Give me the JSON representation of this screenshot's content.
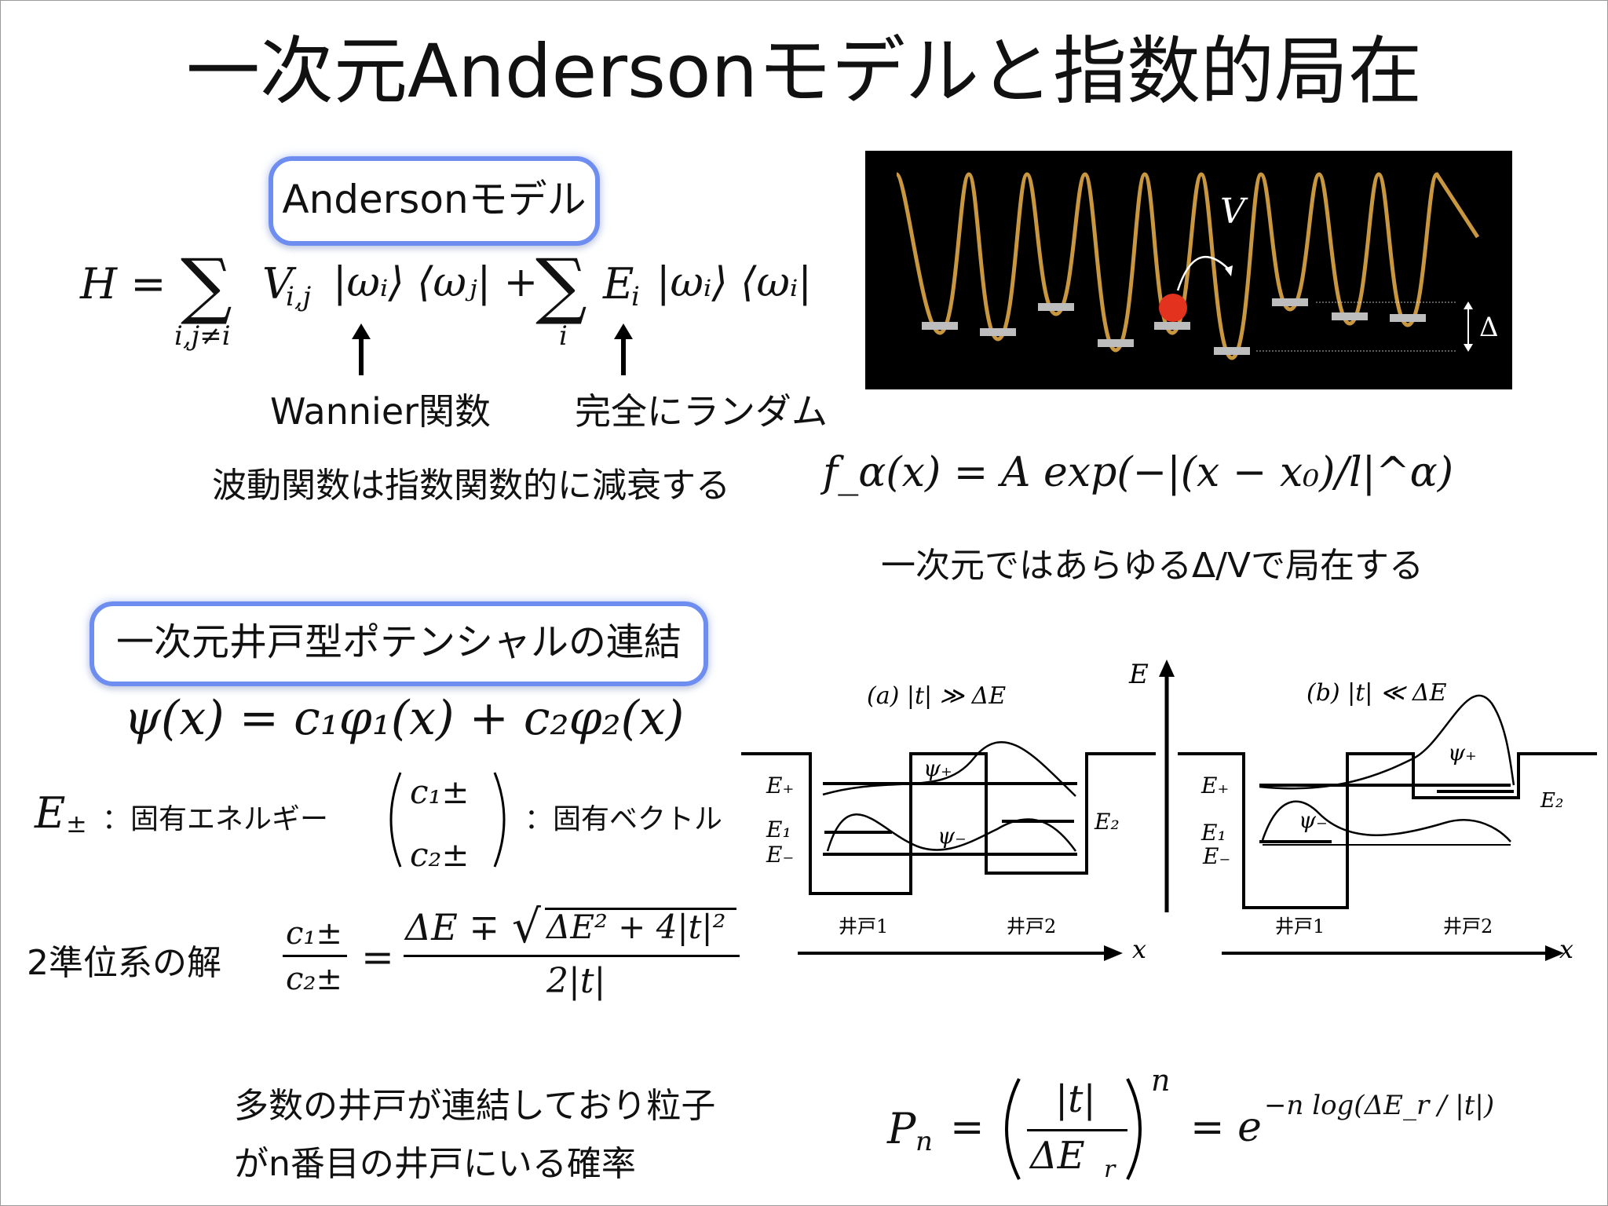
{
  "slide": {
    "title": "一次元Andersonモデルと指数的局在",
    "anderson_box": "Andersonモデル",
    "hamiltonian": {
      "lhs": "H =",
      "sum1_sub": "i,j≠i",
      "term1": "V",
      "term1_sub": "i,j",
      "ket_bra1": "|ωᵢ⟩ ⟨ωⱼ| +",
      "sum2_sub": "i",
      "term2": "E",
      "term2_sub": "i",
      "ket_bra2": "|ωᵢ⟩ ⟨ωᵢ|"
    },
    "label_wannier": "Wannier関数",
    "label_random": "完全にランダム",
    "decay_text": "波動関数は指数関数的に減衰する",
    "decay_formula": "f_α(x) = A exp(−|(x − x₀)/l|^α)",
    "localization_text": "一次元ではあらゆるΔ/Vで局在する",
    "potential_image": {
      "label_v": "V",
      "label_delta": "Δ"
    },
    "well_box": "一次元井戸型ポテンシャルの連結",
    "psi_formula": "ψ(x) = c₁φ₁(x) + c₂φ₂(x)",
    "eigen_e_symbol": "E",
    "eigen_e_sub": "±",
    "eigen_e_label": "：固有エネルギー",
    "eigen_vec_top": "c₁±",
    "eigen_vec_bottom": "c₂±",
    "eigen_vec_label": "：固有ベクトル",
    "two_level_label": "2準位系の解",
    "two_level": {
      "lhs_num": "c₁±",
      "lhs_den": "c₂±",
      "eq": "=",
      "rhs_num_pre": "ΔE ∓",
      "rhs_num_root": "ΔE² + 4|t|²",
      "rhs_den": "2|t|"
    },
    "diagram": {
      "axis_e": "E",
      "axis_x": "x",
      "panel_a_title": "(a) |t| ≫ ΔE",
      "panel_b_title": "(b) |t| ≪ ΔE",
      "e_plus": "E₊",
      "e_1": "E₁",
      "e_minus": "E₋",
      "e_2": "E₂",
      "psi_plus": "ψ₊",
      "psi_minus": "ψ₋",
      "well1": "井戸1",
      "well2": "井戸2"
    },
    "probability_text_line1": "多数の井戸が連結しており粒子",
    "probability_text_line2": "がn番目の井戸にいる確率",
    "probability_formula": {
      "lhs": "P",
      "lhs_sub": "n",
      "eq": "=",
      "frac_num": "|t|",
      "frac_den": "ΔE",
      "frac_den_sub": "r",
      "power": "n",
      "eq2": "= e",
      "exp": "−n log(ΔE_r / |t|)"
    }
  }
}
